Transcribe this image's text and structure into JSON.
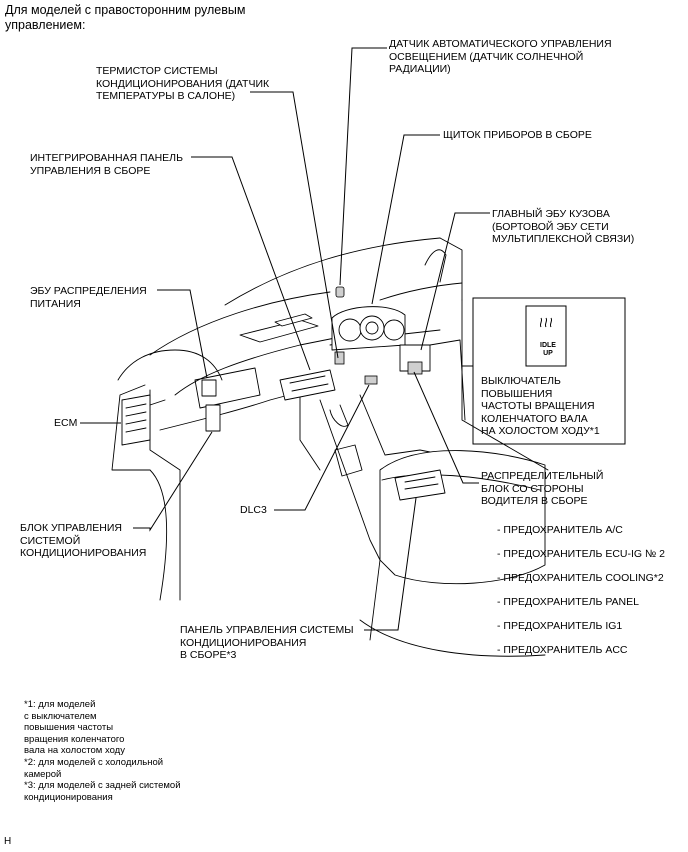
{
  "header": "Для моделей с правосторонним рулевым\nуправлением:",
  "labels": {
    "sun_sensor": "ДАТЧИК АВТОМАТИЧЕСКОГО УПРАВЛЕНИЯ\nОСВЕЩЕНИЕМ (ДАТЧИК СОЛНЕЧНОЙ\nРАДИАЦИИ)",
    "thermistor": "ТЕРМИСТОР СИСТЕМЫ\nКОНДИЦИОНИРОВАНИЯ (ДАТЧИК\nТЕМПЕРАТУРЫ В САЛОНЕ)",
    "combination_meter": "ЩИТОК ПРИБОРОВ В СБОРЕ",
    "integration_panel": "ИНТЕГРИРОВАННАЯ ПАНЕЛЬ\nУПРАВЛЕНИЯ В СБОРЕ",
    "main_body_ecu": "ГЛАВНЫЙ ЭБУ КУЗОВА\n(БОРТОВОЙ ЭБУ СЕТИ\nМУЛЬТИПЛЕКСНОЙ СВЯЗИ)",
    "power_dist_ecu": "ЭБУ РАСПРЕДЕЛЕНИЯ\nПИТАНИЯ",
    "idle_up_switch": "ВЫКЛЮЧАТЕЛЬ\nПОВЫШЕНИЯ\nЧАСТОТЫ ВРАЩЕНИЯ\nКОЛЕНЧАТОГО ВАЛА\nНА ХОЛОСТОМ ХОДУ*1",
    "ecm": "ECM",
    "junction_block": "РАСПРЕДЕЛИТЕЛЬНЫЙ\nБЛОК СО СТОРОНЫ\nВОДИТЕЛЯ В СБОРЕ",
    "dlc3": "DLC3",
    "ac_amplifier": "БЛОК УПРАВЛЕНИЯ\nСИСТЕМОЙ\nКОНДИЦИОНИРОВАНИЯ",
    "rear_ac_panel": "ПАНЕЛЬ УПРАВЛЕНИЯ СИСТЕМЫ\nКОНДИЦИОНИРОВАНИЯ\nВ СБОРЕ*3"
  },
  "fuses": [
    "- ПРЕДОХРАНИТЕЛЬ A/C",
    "- ПРЕДОХРАНИТЕЛЬ ECU-IG № 2",
    "- ПРЕДОХРАНИТЕЛЬ COOLING*2",
    "- ПРЕДОХРАНИТЕЛЬ PANEL",
    "- ПРЕДОХРАНИТЕЛЬ IG1",
    "- ПРЕДОХРАНИТЕЛЬ ACC"
  ],
  "switch_icon_text": "IDLE\nUP",
  "footnotes": "*1: для моделей\nс выключателем\nповышения частоты\nвращения коленчатого\nвала на холостом ходу\n*2: для моделей с холодильной\nкамерой\n*3: для моделей с задней системой\nкондиционирования",
  "corner_mark": "H"
}
